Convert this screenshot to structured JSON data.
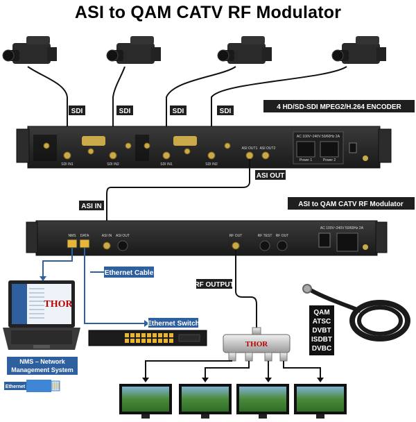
{
  "title": "ASI to QAM CATV RF Modulator",
  "cameras": {
    "cable_label": "SDI"
  },
  "encoder": {
    "title": "4 HD/SD-SDI MPEG2/H.264 ENCODER",
    "ports": [
      "SDI IN1",
      "SDI IN2",
      "SDI IN1",
      "SDI IN2"
    ],
    "asi_outs": [
      "ASI OUT1",
      "ASI OUT2"
    ],
    "power_rating": "AC 100V~240V 50/60Hz 2A",
    "power_labels": [
      "Power 1",
      "Power 2"
    ]
  },
  "asi_out_label": "ASI OUT",
  "asi_in_label": "ASI IN",
  "modulator": {
    "title": "ASI to QAM CATV RF Modulator",
    "ports": [
      "NMS",
      "DATA",
      "ASI IN",
      "ASI OUT",
      "RF OUT",
      "RF TEST",
      "RF OUT"
    ],
    "power_rating": "AC 100V~240V 50/60Hz 2A"
  },
  "ethernet_cable_label": "Ethernet Cable",
  "ethernet_switch_label": "Ethernet Switch",
  "rf_output_label": "RF OUTPUT",
  "laptop_brand": "THOR",
  "splitter_brand": "THOR",
  "nms_label": "NMS – Network Management System",
  "ethernet_plug_label": "Ethernet",
  "standards": [
    "QAM",
    "ATSC",
    "DVBT",
    "ISDBT",
    "DVBC"
  ],
  "colors": {
    "label_bg": "#1f1f1f",
    "blue_line": "#2e5f9e",
    "blue_label": "#2e5f9e",
    "chassis": "#262626"
  }
}
